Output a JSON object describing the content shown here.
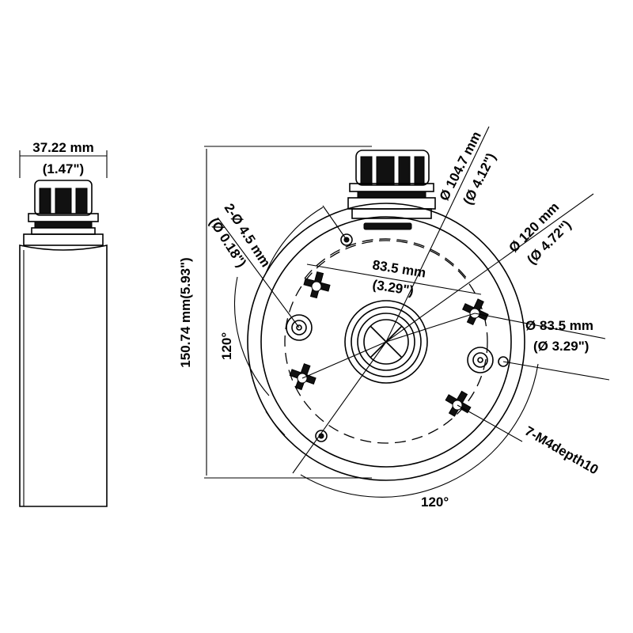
{
  "side_view": {
    "width_mm": "37.22 mm",
    "width_in": "(1.47\")"
  },
  "front_view": {
    "height_label": "150.74 mm(5.93\")",
    "hole_label_mm": "2-Ø 4.5 mm",
    "hole_label_in": "(Ø 0.18\")",
    "dia_104_mm": "Ø 104.7 mm",
    "dia_104_in": "(Ø 4.12\")",
    "dia_120_mm": "Ø 120 mm",
    "dia_120_in": "(Ø 4.72\")",
    "chord_mm": "83.5 mm",
    "chord_in": "(3.29\")",
    "dia_83_mm": "Ø 83.5 mm",
    "dia_83_in": "(Ø 3.29\")",
    "angle_left": "120°",
    "angle_bottom": "120°",
    "thread_label": "7-M4depth10"
  }
}
